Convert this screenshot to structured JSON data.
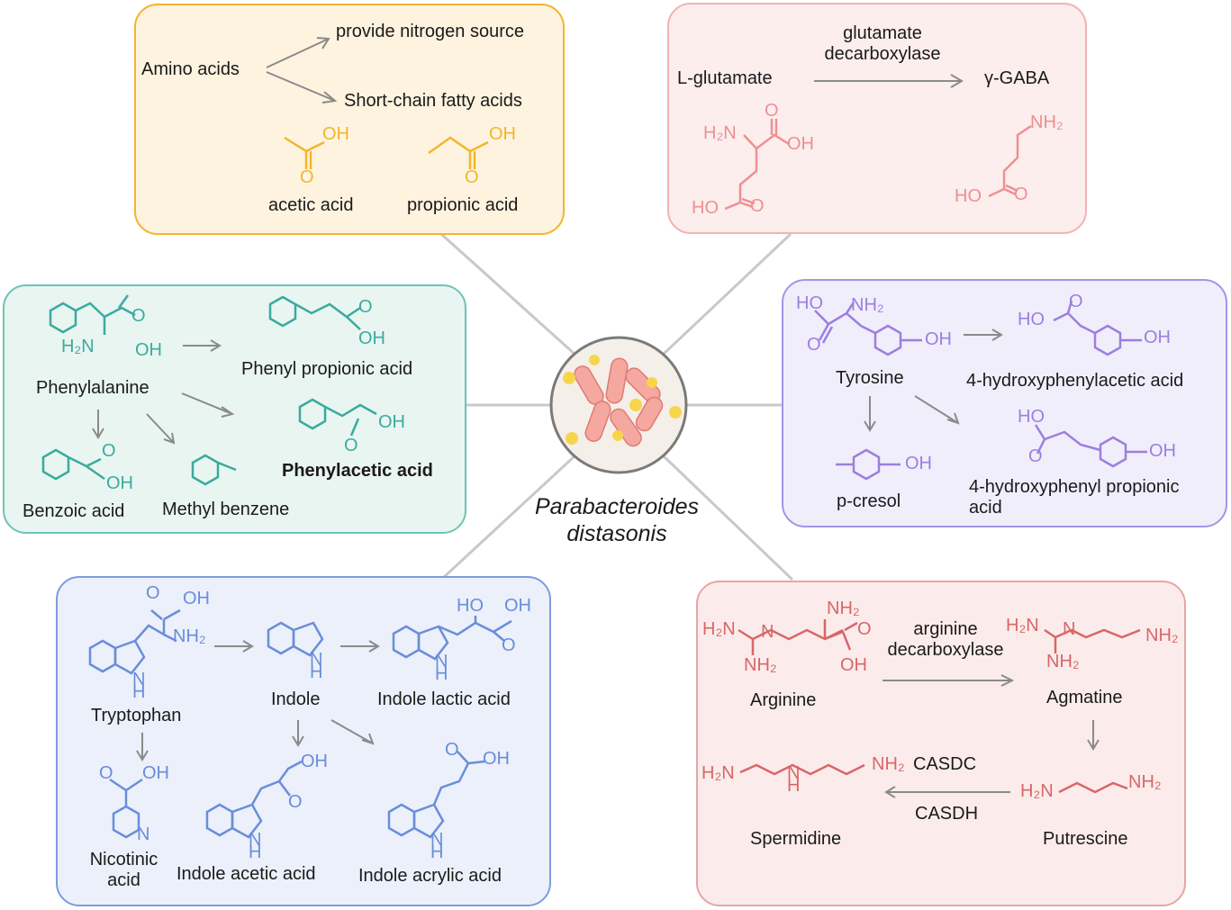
{
  "center": {
    "title_line1": "Parabacteroides",
    "title_line2": "distasonis"
  },
  "colors": {
    "amino": "#f2b62b",
    "glutamate": "#ef8f92",
    "phenyl": "#3aab9e",
    "tyrosine": "#9b7fe0",
    "tryptophan": "#6a8ddb",
    "arginine": "#d96668",
    "arrow": "#8a8a8a"
  },
  "amino_panel": {
    "source": "Amino acids",
    "out1": "provide nitrogen source",
    "out2": "Short-chain fatty acids",
    "acetic_label": "acetic acid",
    "propionic_label": "propionic acid",
    "oh1": "OH",
    "o1": "O",
    "oh2": "OH",
    "o2": "O"
  },
  "glutamate_panel": {
    "enzyme_line1": "glutamate",
    "enzyme_line2": "decarboxylase",
    "from": "L-glutamate",
    "to": "γ-GABA",
    "h2n": "H₂N",
    "o_top": "O",
    "oh": "OH",
    "ho": "HO",
    "o_bot": "O",
    "nh2": "NH₂",
    "ho2": "HO",
    "o2": "O"
  },
  "phenyl_panel": {
    "phe": "Phenylalanine",
    "ppa": "Phenyl propionic acid",
    "paa": "Phenylacetic acid",
    "benzoic": "Benzoic acid",
    "methyl": "Methyl benzene",
    "h2n": "H₂N",
    "o": "O",
    "oh": "OH"
  },
  "tyrosine_panel": {
    "tyr": "Tyrosine",
    "hpaa": "4-hydroxyphenylacetic acid",
    "pcresol": "p-cresol",
    "hppa_line1": "4-hydroxyphenyl propionic",
    "hppa_line2": "acid",
    "ho": "HO",
    "nh2": "NH₂",
    "o": "O",
    "oh": "OH"
  },
  "tryptophan_panel": {
    "trp": "Tryptophan",
    "indole": "Indole",
    "ila": "Indole lactic acid",
    "nic_line1": "Nicotinic",
    "nic_line2": "acid",
    "iaa": "Indole acetic acid",
    "iacr": "Indole acrylic acid",
    "oh": "OH",
    "o": "O",
    "nh2": "NH₂",
    "h": "H",
    "n": "N",
    "ho": "HO"
  },
  "arginine_panel": {
    "arg": "Arginine",
    "enzyme_line1": "arginine",
    "enzyme_line2": "decarboxylase",
    "agm": "Agmatine",
    "spd": "Spermidine",
    "put": "Putrescine",
    "casdc": "CASDC",
    "casdh": "CASDH",
    "h2n": "H₂N",
    "n": "N",
    "nh2": "NH₂",
    "o": "O",
    "oh": "OH",
    "h": "H"
  }
}
